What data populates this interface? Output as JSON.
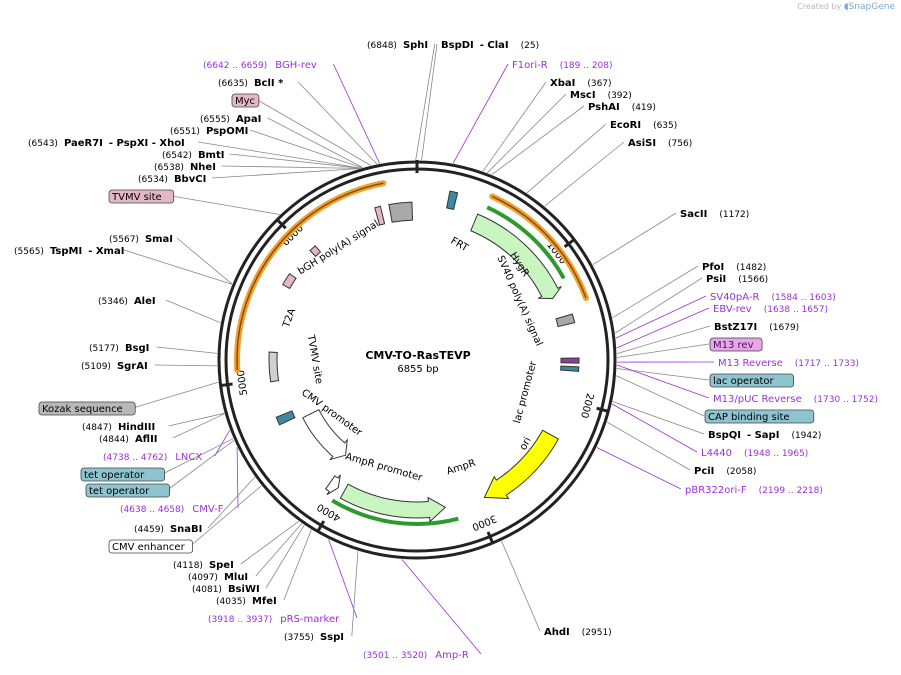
{
  "plasmid": {
    "name": "CMV-TO-RasTEVP",
    "size": "6855 bp"
  },
  "watermark": {
    "prefix": "Created by",
    "brand": "SnapGene"
  },
  "colors": {
    "backbone": "#222222",
    "enzyme_text": "#000000",
    "primer": "#9b30d9",
    "orange_arc": "#f0a030",
    "feature_green": "#c8f5c0",
    "ori_yellow": "#ffff00",
    "marker_green": "#2e9a2e",
    "pink_box": "#e4b7c4",
    "grey_box": "#b8b8b8",
    "teal_box": "#8ec4cf"
  },
  "ticks": [
    "1000",
    "2000",
    "3000",
    "4000",
    "5000",
    "6000"
  ],
  "labels": [
    {
      "k": "rs",
      "text": "SphI",
      "pos": "(6848)"
    },
    {
      "k": "e",
      "pre": "BspDI",
      "text": "- ClaI",
      "pos": "(25)"
    },
    {
      "k": "pr",
      "text": "F1ori-R",
      "pos": "(189 .. 208)"
    },
    {
      "k": "pl",
      "text": "BGH-rev",
      "pos": "(6642 .. 6659)"
    },
    {
      "k": "rs",
      "text": "BclI *",
      "pos": "(6635)"
    },
    {
      "k": "fb",
      "text": "Myc",
      "box": "pink"
    },
    {
      "k": "e",
      "text": "XbaI",
      "pos": "(367)"
    },
    {
      "k": "e",
      "text": "MscI",
      "pos": "(392)"
    },
    {
      "k": "e",
      "text": "PshAI",
      "pos": "(419)"
    },
    {
      "k": "rs",
      "text": "ApaI",
      "pos": "(6555)"
    },
    {
      "k": "rs",
      "text": "PspOMI",
      "pos": "(6551)"
    },
    {
      "k": "e",
      "text": "EcoRI",
      "pos": "(635)"
    },
    {
      "k": "rs",
      "text": "PaeR7I",
      "pos": "(6543)",
      "post": "- PspXI  - XhoI"
    },
    {
      "k": "e",
      "text": "AsiSI",
      "pos": "(756)"
    },
    {
      "k": "rs",
      "text": "BmtI",
      "pos": "(6542)"
    },
    {
      "k": "rs",
      "text": "NheI",
      "pos": "(6538)"
    },
    {
      "k": "rs",
      "text": "BbvCI",
      "pos": "(6534)"
    },
    {
      "k": "fb",
      "text": "TVMV site",
      "box": "pink"
    },
    {
      "k": "e",
      "text": "SacII",
      "pos": "(1172)"
    },
    {
      "k": "rs",
      "text": "SmaI",
      "pos": "(5567)"
    },
    {
      "k": "rs",
      "text": "TspMI",
      "pos": "(5565)",
      "post": "- XmaI"
    },
    {
      "k": "e",
      "text": "PfoI",
      "pos": "(1482)"
    },
    {
      "k": "e",
      "text": "PsiI",
      "pos": "(1566)"
    },
    {
      "k": "pr",
      "text": "SV40pA-R",
      "pos": "(1584 .. 1603)"
    },
    {
      "k": "pr",
      "text": "EBV-rev",
      "pos": "(1638 .. 1657)"
    },
    {
      "k": "rs",
      "text": "AleI",
      "pos": "(5346)"
    },
    {
      "k": "e",
      "text": "BstZ17I",
      "pos": "(1679)"
    },
    {
      "k": "fb",
      "text": "M13 rev",
      "box": "pinkp"
    },
    {
      "k": "rs",
      "text": "BsgI",
      "pos": "(5177)"
    },
    {
      "k": "pr",
      "text": "M13 Reverse",
      "pos": "(1717 .. 1733)"
    },
    {
      "k": "rs",
      "text": "SgrAI",
      "pos": "(5109)"
    },
    {
      "k": "fb",
      "text": "lac operator",
      "box": "teal"
    },
    {
      "k": "pr",
      "text": "M13/pUC Reverse",
      "pos": "(1730 .. 1752)"
    },
    {
      "k": "fb",
      "text": "Kozak sequence",
      "box": "grey"
    },
    {
      "k": "fb",
      "text": "CAP binding site",
      "box": "teal"
    },
    {
      "k": "rs",
      "text": "HindIII",
      "pos": "(4847)"
    },
    {
      "k": "e",
      "text": "BspQI",
      "post": "- SapI",
      "pos": "(1942)"
    },
    {
      "k": "rs",
      "text": "AflII",
      "pos": "(4844)"
    },
    {
      "k": "pl",
      "text": "LNCX",
      "pos": "(4738 .. 4762)"
    },
    {
      "k": "pr",
      "text": "L4440",
      "pos": "(1948 .. 1965)"
    },
    {
      "k": "fb",
      "text": "tet operator",
      "box": "teal"
    },
    {
      "k": "e",
      "text": "PciI",
      "pos": "(2058)"
    },
    {
      "k": "fb",
      "text": "tet operator",
      "box": "teal"
    },
    {
      "k": "pr",
      "text": "pBR322ori-F",
      "pos": "(2199 .. 2218)"
    },
    {
      "k": "pl",
      "text": "CMV-F",
      "pos": "(4638 .. 4658)"
    },
    {
      "k": "rs",
      "text": "SnaBI",
      "pos": "(4459)"
    },
    {
      "k": "fb",
      "text": "CMV enhancer",
      "box": "white"
    },
    {
      "k": "rs",
      "text": "SpeI",
      "pos": "(4118)"
    },
    {
      "k": "rs",
      "text": "MluI",
      "pos": "(4097)"
    },
    {
      "k": "rs",
      "text": "BsiWI",
      "pos": "(4081)"
    },
    {
      "k": "rs",
      "text": "MfeI",
      "pos": "(4035)"
    },
    {
      "k": "pl",
      "text": "pRS-marker",
      "pos": "(3918 .. 3937)"
    },
    {
      "k": "e",
      "text": "AhdI",
      "pos": "(2951)"
    },
    {
      "k": "rs",
      "text": "SspI",
      "pos": "(3755)"
    },
    {
      "k": "pl",
      "text": "Amp-R",
      "pos": "(3501 .. 3520)"
    }
  ],
  "inner_labels": [
    "bGH poly(A) signal",
    "FRT",
    "HygR",
    "SV40 poly(A) signal",
    "lac promoter",
    "ori",
    "AmpR",
    "AmpR promoter",
    "CMV promoter",
    "TVMV site",
    "T2A"
  ]
}
